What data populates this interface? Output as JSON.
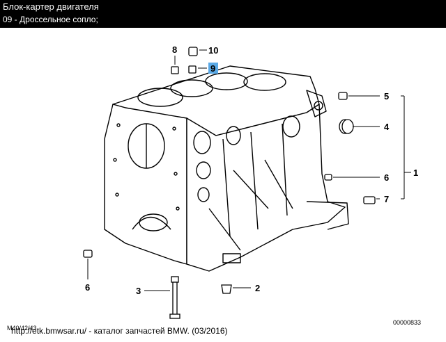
{
  "header": {
    "title": "Блок-картер двигателя",
    "subtitle": "09 - Дроссельное сопло;"
  },
  "diagram": {
    "callouts": [
      "1",
      "2",
      "3",
      "4",
      "5",
      "6",
      "6",
      "7",
      "8",
      "9",
      "10"
    ],
    "highlight_callout": "9",
    "highlight_color": "#5aa9e6",
    "diagram_id": "00000833",
    "corner_code": "M40/42/43"
  },
  "footer": {
    "caption": "http://etk.bmwsar.ru/ - каталог запчастей BMW. (03/2016)"
  }
}
